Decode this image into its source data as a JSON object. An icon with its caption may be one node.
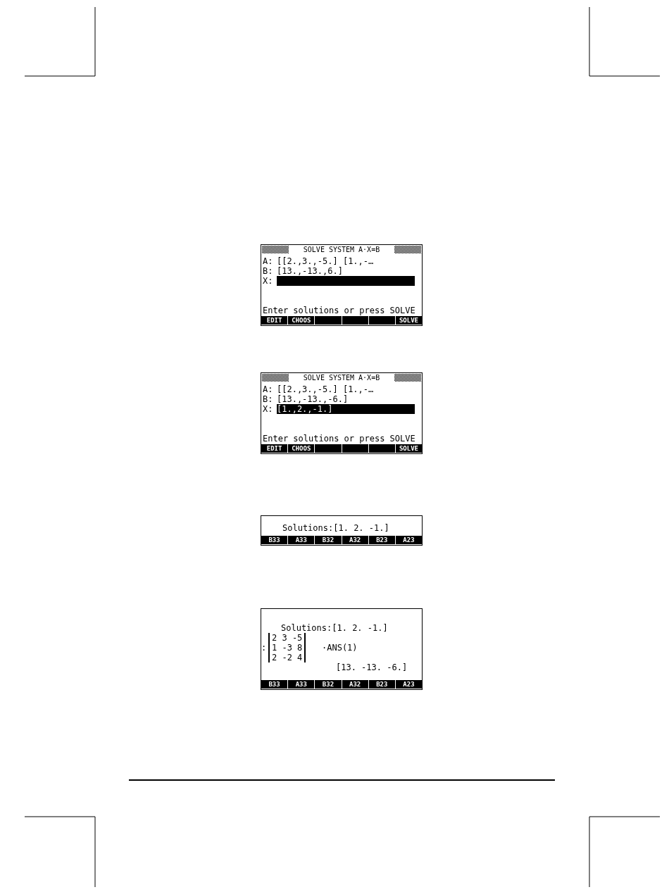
{
  "diagram": {
    "nodes": [
      {
        "text": [
          "SOLVE SYSTEM A·X=B",
          "A:",
          "[[2.,3.,-5.] [1.,-…",
          "B:",
          "[13.,-13.,6.]",
          "X:",
          "Enter solutions or press SOLVE",
          "EDIT",
          "CHOOS",
          "SOLVE"
        ]
      },
      {
        "text": [
          "SOLVE SYSTEM A·X=B",
          "A:",
          "[[2.,3.,-5.] [1.,-…",
          "B:",
          "[13.,-13.,-6.]",
          "X:",
          "[1.,2.,-1.]",
          "Enter solutions or press SOLVE",
          "EDIT",
          "CHOOS",
          "SOLVE"
        ]
      },
      {
        "text": [
          "Solutions:[1. 2. -1.]",
          "B33",
          "A33",
          "B32",
          "A32",
          "B23",
          "A23"
        ]
      },
      {
        "text": [
          "Solutions:[1. 2. -1.]",
          ":",
          "2 3 -5",
          "1 -3 8",
          "2 -2 4",
          "·ANS(1)",
          "[13. -13. -6.]",
          "B33",
          "A33",
          "B32",
          "A32",
          "B23",
          "A23"
        ]
      }
    ]
  }
}
